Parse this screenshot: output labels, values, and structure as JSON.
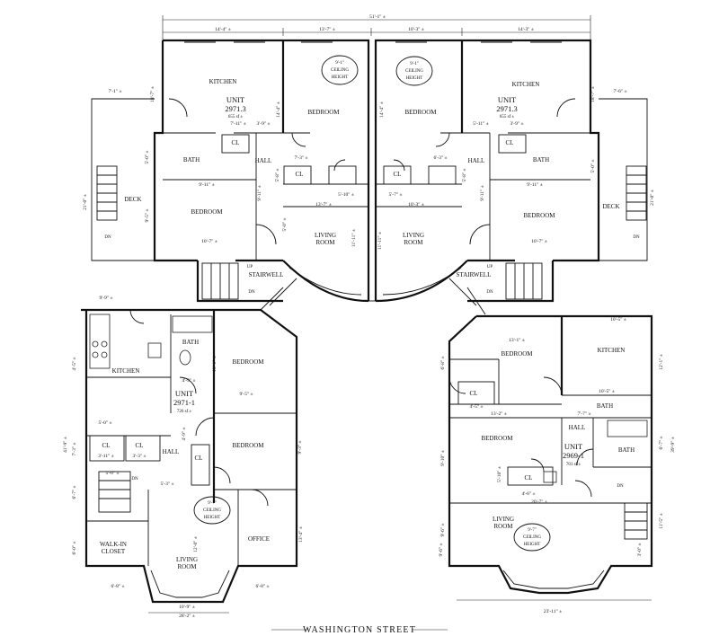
{
  "dims": {
    "overall": "51'-1\" ±",
    "ul_kitchen_w": "14'-4\" ±",
    "ul_bed_w": "13'-7\" ±",
    "ur_bed_w": "10'-3\" ±",
    "ur_kitchen_w": "14'-3\" ±",
    "ul_deck_w": "7'-1\" ±",
    "ur_deck_w": "7'-6\" ±",
    "ul_kitchen_h": "18'-7\" ±",
    "ur_kitchen_h": "18'-7\" ±",
    "ul_deck_h": "21'-0\" ±",
    "ur_deck_h": "21'-0\" ±",
    "ul_bath_h": "5'-0\" ±",
    "ul_bed2_h": "9'-5\" ±",
    "ul_bed_h": "14'-4\" ±",
    "ur_bed_h": "14'-4\" ±",
    "ul_bed2_w": "10'-7\" ±",
    "ur_bed2_w": "10'-7\" ±",
    "ul_hall_a": "9'-11\" ±",
    "ur_hall_a": "9'-11\" ±",
    "ul_cl_a": "7'-3\" ±",
    "ur_cl_a": "6'-3\" ±",
    "ul_liv_w": "13'-7\" ±",
    "ur_liv_w": "10'-3\" ±",
    "ul_liv_h": "11'-11\" ±",
    "ur_liv_h": "11'-11\" ±",
    "ul_small_a": "5'-10\" ±",
    "ur_small_a": "5'-7\" ±",
    "ul_kit_sub": "7'-11\" ±",
    "ul_kit_sub2": "3'-9\" ±",
    "ur_kit_sub": "5'-11\" ±",
    "ur_kit_sub2": "3'-9\" ±",
    "ul_misc": "9'-11\" ±",
    "ur_misc": "9'-11\" ±",
    "ul_cl_h": "5'-8\" ±",
    "ur_cl_h": "5'-8\" ±",
    "ul_bath_r": "5'-0\" ±",
    "ur_bath_r": "5'-0\" ±",
    "ll_top": "9'-9\" ±",
    "ll_kit_h": "4'-5\" ±",
    "ll_total_h": "41'-9\" ±",
    "ll_mid_h": "7'-3\" ±",
    "ll_lower_h": "6'-7\" ±",
    "ll_closet_h": "6'-0\" ±",
    "ll_bed_w": "9'-5\" ±",
    "ll_bed_h": "13'-1\" ±",
    "ll_bed2_h": "9'-3\" ±",
    "ll_bath_a": "4'-9\" ±",
    "ll_cl1": "3'-11\" ±",
    "ll_cl2": "3'-3\" ±",
    "ll_hall_w": "5'-0\" ±",
    "ll_cl3": "5'-3\" ±",
    "ll_cl4": "5'-0\" ±",
    "ll_liv_h": "12'-0\" ±",
    "ll_liv_w": "10'-9\" ±",
    "ll_total_w": "28'-2\" ±",
    "ll_bay_l": "6'-8\" ±",
    "ll_bay_r": "6'-8\" ±",
    "ll_side": "13'-4\" ±",
    "ll_stair": "4'-9\" ±",
    "lr_top": "10'-5\" ±",
    "lr_bed_w": "13'-1\" ±",
    "lr_kit_w": "10'-5\" ±",
    "lr_bed_h": "6'-8\" ±",
    "lr_kit_h": "12'-1\" ±",
    "lr_cl": "4'-5\" ±",
    "lr_bed2_w": "13'-2\" ±",
    "lr_bath_w": "7'-7\" ±",
    "lr_bed2_h": "9'-10\" ±",
    "lr_bath_h": "6'-7\" ±",
    "lr_cl2": "5'-10\" ±",
    "lr_hall": "4'-6\" ±",
    "lr_liv_w": "20'-7\" ±",
    "lr_liv_h": "9'-6\" ±",
    "lr_right_h": "39'-9\" ±",
    "lr_right_h2": "11'-5\" ±",
    "lr_stair": "3'-0\" ±",
    "lr_total_w": "23'-11\" ±",
    "lr_left_h": "9'-6\" ±"
  },
  "labels": {
    "ul_kitchen": "KITCHEN",
    "ul_bedroom": "BEDROOM",
    "ul_bath": "BATH",
    "ul_hall": "HALL",
    "ul_cl": "CL",
    "ul_cl2": "CL",
    "ul_bedroom2": "BEDROOM",
    "ul_living1": "LIVING",
    "ul_living2": "ROOM",
    "ul_deck": "DECK",
    "ul_dn": "DN",
    "ul_up": "UP",
    "ul_dn2": "DN",
    "ul_stairwell": "STAIRWELL",
    "ul_ceiling1": "9'-1\"",
    "ul_ceiling2": "CEILING",
    "ul_ceiling3": "HEIGHT",
    "ul_unit1": "UNIT",
    "ul_unit2": "2971.3",
    "ul_unit3": "655 sf ±",
    "ur_kitchen": "KITCHEN",
    "ur_bedroom": "BEDROOM",
    "ur_bath": "BATH",
    "ur_hall": "HALL",
    "ur_cl": "CL",
    "ur_cl2": "CL",
    "ur_bedroom2": "BEDROOM",
    "ur_living1": "LIVING",
    "ur_living2": "ROOM",
    "ur_deck": "DECK",
    "ur_dn": "DN",
    "ur_up": "UP",
    "ur_dn2": "DN",
    "ur_stairwell": "STAIRWELL",
    "ur_ceiling1": "9'-1\"",
    "ur_ceiling2": "CEILING",
    "ur_ceiling3": "HEIGHT",
    "ur_unit1": "UNIT",
    "ur_unit2": "2971.3",
    "ur_unit3": "655 sf ±",
    "ll_kitchen": "KITCHEN",
    "ll_bath": "BATH",
    "ll_bedroom": "BEDROOM",
    "ll_bedroom2": "BEDROOM",
    "ll_cl1": "CL",
    "ll_cl2": "CL",
    "ll_cl3": "CL",
    "ll_hall": "HALL",
    "ll_dn": "DN",
    "ll_walkin1": "WALK-IN",
    "ll_walkin2": "CLOSET",
    "ll_living1": "LIVING",
    "ll_living2": "ROOM",
    "ll_office": "OFFICE",
    "ll_ceiling1": "9'-7\"",
    "ll_ceiling2": "CEILING",
    "ll_ceiling3": "HEIGHT",
    "ll_unit1": "UNIT",
    "ll_unit2": "2971-1",
    "ll_unit3": "726 sf ±",
    "lr_bedroom": "BEDROOM",
    "lr_kitchen": "KITCHEN",
    "lr_bath": "BATH",
    "lr_bath2": "BATH",
    "lr_hall": "HALL",
    "lr_cl": "CL",
    "lr_cl2": "CL",
    "lr_bedroom2": "BEDROOM",
    "lr_dn": "DN",
    "lr_living1": "LIVING",
    "lr_living2": "ROOM",
    "lr_ceiling1": "9'-7\"",
    "lr_ceiling2": "CEILING",
    "lr_ceiling3": "HEIGHT",
    "lr_unit1": "UNIT",
    "lr_unit2": "2969-1",
    "lr_unit3": "701 sf ±",
    "street": "WASHINGTON STREET"
  }
}
